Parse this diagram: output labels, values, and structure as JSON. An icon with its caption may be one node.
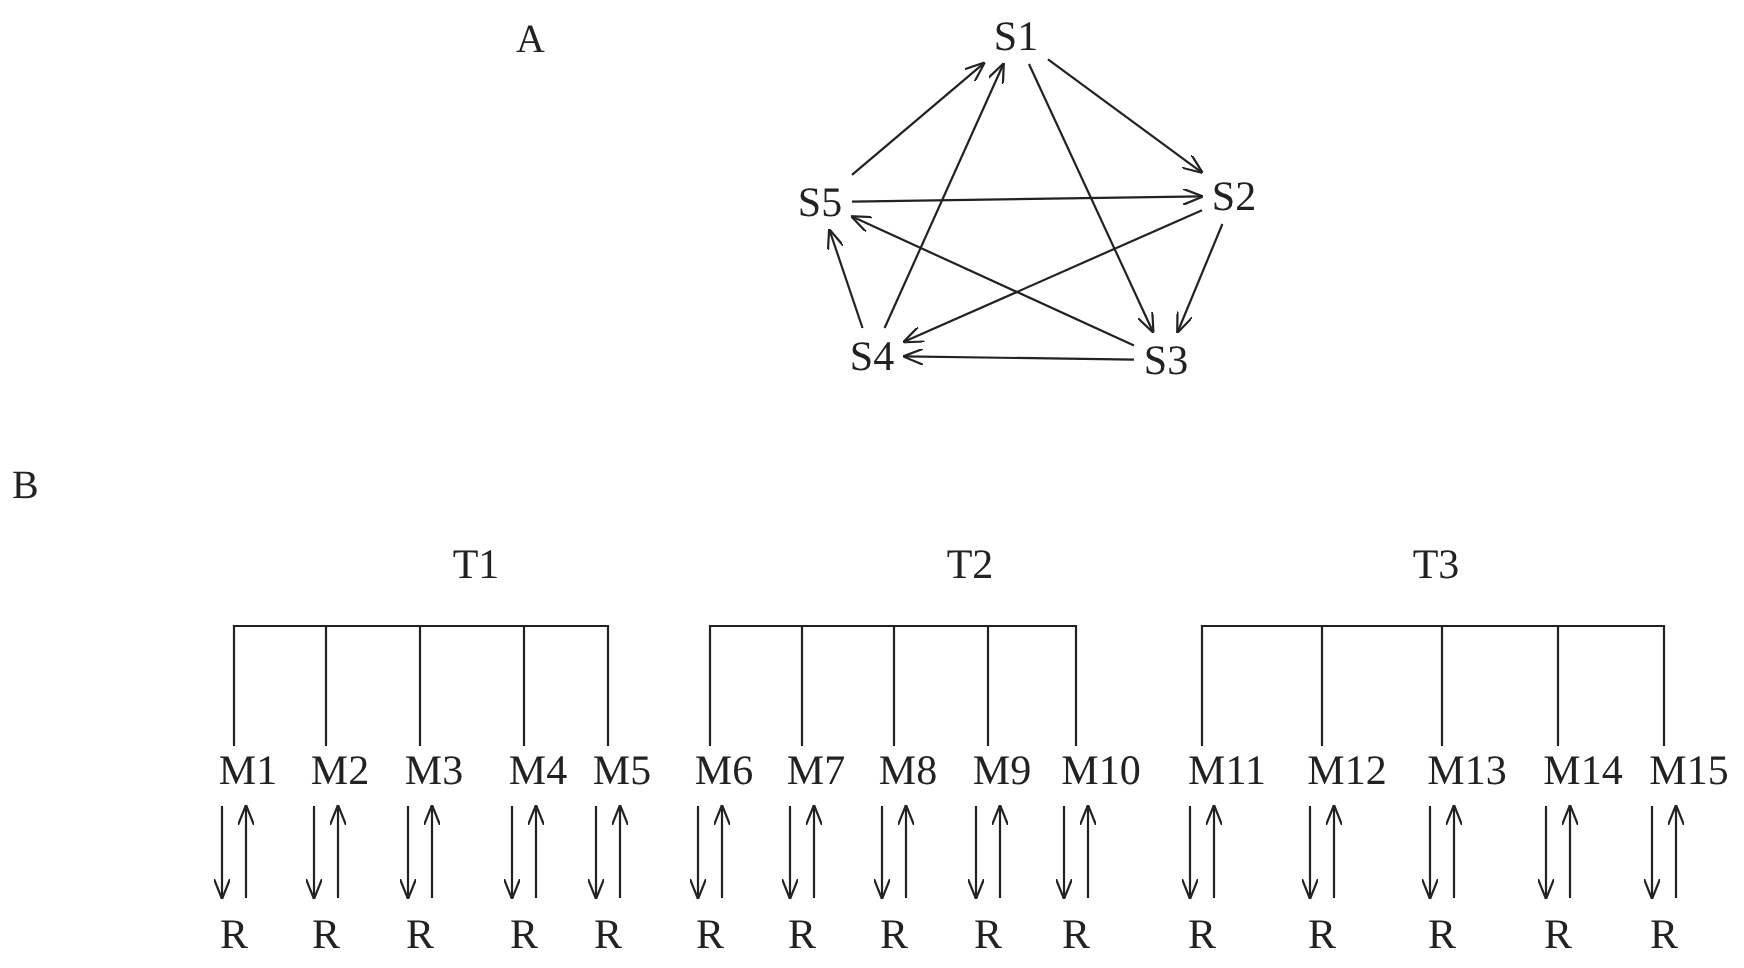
{
  "diagram": {
    "nodes": [
      {
        "text": [
          "S1"
        ]
      },
      {
        "text": [
          "S2"
        ]
      },
      {
        "text": [
          "S3"
        ]
      },
      {
        "text": [
          "S4"
        ]
      },
      {
        "text": [
          "S5"
        ]
      },
      {
        "text": [
          "T1"
        ]
      },
      {
        "text": [
          "T2"
        ]
      },
      {
        "text": [
          "T3"
        ]
      },
      {
        "text": [
          "M1"
        ]
      },
      {
        "text": [
          "M2"
        ]
      },
      {
        "text": [
          "M3"
        ]
      },
      {
        "text": [
          "M4"
        ]
      },
      {
        "text": [
          "M5"
        ]
      },
      {
        "text": [
          "M6"
        ]
      },
      {
        "text": [
          "M7"
        ]
      },
      {
        "text": [
          "M8"
        ]
      },
      {
        "text": [
          "M9"
        ]
      },
      {
        "text": [
          "M10"
        ]
      },
      {
        "text": [
          "M11"
        ]
      },
      {
        "text": [
          "M12"
        ]
      },
      {
        "text": [
          "M13"
        ]
      },
      {
        "text": [
          "M14"
        ]
      },
      {
        "text": [
          "M15"
        ]
      },
      {
        "text": [
          "R"
        ]
      },
      {
        "text": [
          "R"
        ]
      },
      {
        "text": [
          "R"
        ]
      },
      {
        "text": [
          "R"
        ]
      },
      {
        "text": [
          "R"
        ]
      },
      {
        "text": [
          "R"
        ]
      },
      {
        "text": [
          "R"
        ]
      },
      {
        "text": [
          "R"
        ]
      },
      {
        "text": [
          "R"
        ]
      },
      {
        "text": [
          "R"
        ]
      },
      {
        "text": [
          "R"
        ]
      },
      {
        "text": [
          "R"
        ]
      },
      {
        "text": [
          "R"
        ]
      },
      {
        "text": [
          "R"
        ]
      },
      {
        "text": [
          "R"
        ]
      }
    ],
    "edges": [
      {
        "from": 0,
        "to": 1,
        "arrow": "to"
      },
      {
        "from": 4,
        "to": 0,
        "arrow": "to"
      },
      {
        "from": 4,
        "to": 1,
        "arrow": "to"
      },
      {
        "from": 0,
        "to": 2,
        "arrow": "to"
      },
      {
        "from": 3,
        "to": 0,
        "arrow": "to"
      },
      {
        "from": 1,
        "to": 2,
        "arrow": "to"
      },
      {
        "from": 1,
        "to": 3,
        "arrow": "to"
      },
      {
        "from": 2,
        "to": 4,
        "arrow": "to"
      },
      {
        "from": 2,
        "to": 3,
        "arrow": "to"
      },
      {
        "from": 3,
        "to": 4,
        "arrow": "to"
      },
      {
        "from": 5,
        "to": 8,
        "arrow": "none"
      },
      {
        "from": 5,
        "to": 9,
        "arrow": "none"
      },
      {
        "from": 5,
        "to": 10,
        "arrow": "none"
      },
      {
        "from": 5,
        "to": 11,
        "arrow": "none"
      },
      {
        "from": 5,
        "to": 12,
        "arrow": "none"
      },
      {
        "from": 6,
        "to": 13,
        "arrow": "none"
      },
      {
        "from": 6,
        "to": 14,
        "arrow": "none"
      },
      {
        "from": 6,
        "to": 15,
        "arrow": "none"
      },
      {
        "from": 6,
        "to": 16,
        "arrow": "none"
      },
      {
        "from": 6,
        "to": 17,
        "arrow": "none"
      },
      {
        "from": 7,
        "to": 18,
        "arrow": "none"
      },
      {
        "from": 7,
        "to": 19,
        "arrow": "none"
      },
      {
        "from": 7,
        "to": 20,
        "arrow": "none"
      },
      {
        "from": 7,
        "to": 21,
        "arrow": "none"
      },
      {
        "from": 7,
        "to": 22,
        "arrow": "none"
      },
      {
        "from": 8,
        "to": 23,
        "arrow": "to"
      },
      {
        "from": 23,
        "to": 8,
        "arrow": "to"
      },
      {
        "from": 9,
        "to": 24,
        "arrow": "to"
      },
      {
        "from": 24,
        "to": 9,
        "arrow": "to"
      },
      {
        "from": 10,
        "to": 25,
        "arrow": "to"
      },
      {
        "from": 25,
        "to": 10,
        "arrow": "to"
      },
      {
        "from": 11,
        "to": 26,
        "arrow": "to"
      },
      {
        "from": 26,
        "to": 11,
        "arrow": "to"
      },
      {
        "from": 12,
        "to": 27,
        "arrow": "to"
      },
      {
        "from": 27,
        "to": 12,
        "arrow": "to"
      },
      {
        "from": 13,
        "to": 28,
        "arrow": "to"
      },
      {
        "from": 28,
        "to": 13,
        "arrow": "to"
      },
      {
        "from": 14,
        "to": 29,
        "arrow": "to"
      },
      {
        "from": 29,
        "to": 14,
        "arrow": "to"
      },
      {
        "from": 15,
        "to": 30,
        "arrow": "to"
      },
      {
        "from": 30,
        "to": 15,
        "arrow": "to"
      },
      {
        "from": 16,
        "to": 31,
        "arrow": "to"
      },
      {
        "from": 31,
        "to": 16,
        "arrow": "to"
      },
      {
        "from": 17,
        "to": 32,
        "arrow": "to"
      },
      {
        "from": 32,
        "to": 17,
        "arrow": "to"
      },
      {
        "from": 18,
        "to": 33,
        "arrow": "to"
      },
      {
        "from": 33,
        "to": 18,
        "arrow": "to"
      },
      {
        "from": 19,
        "to": 34,
        "arrow": "to"
      },
      {
        "from": 34,
        "to": 19,
        "arrow": "to"
      },
      {
        "from": 20,
        "to": 35,
        "arrow": "to"
      },
      {
        "from": 35,
        "to": 20,
        "arrow": "to"
      },
      {
        "from": 21,
        "to": 36,
        "arrow": "to"
      },
      {
        "from": 36,
        "to": 21,
        "arrow": "to"
      },
      {
        "from": 22,
        "to": 37,
        "arrow": "to"
      },
      {
        "from": 37,
        "to": 22,
        "arrow": "to"
      }
    ],
    "labels": [
      "A",
      "B"
    ]
  }
}
